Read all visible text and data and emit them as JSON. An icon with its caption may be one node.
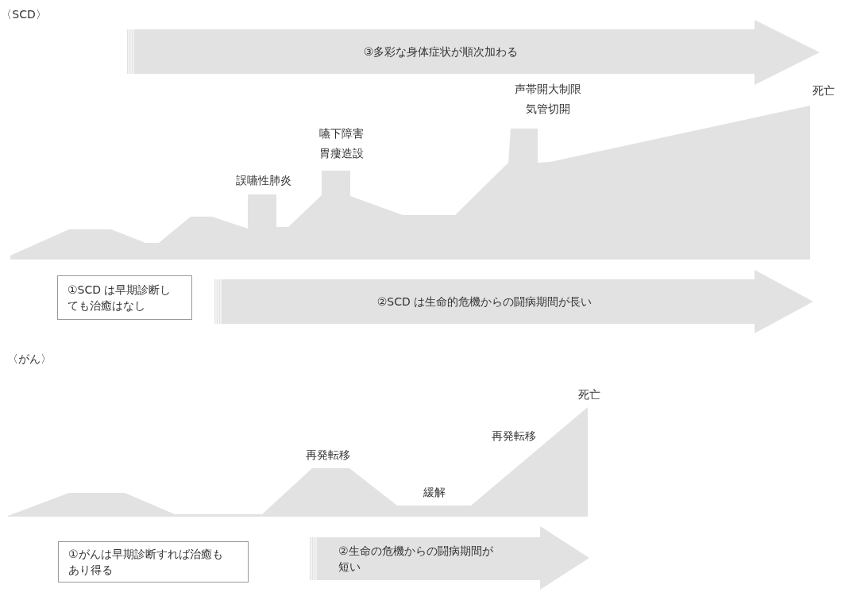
{
  "diagram": {
    "nodes": [
      {
        "text": [
          "③多彩な身体症状が順次加わる"
        ]
      },
      {
        "text": [
          "①SCD は早期診断しても治癒はなし"
        ]
      },
      {
        "text": [
          "②SCD は生命的危機からの闘病期間が長い"
        ]
      },
      {
        "text": [
          "①がんは早期診断すれば治癒もあり得る"
        ]
      },
      {
        "text": [
          "②生命の危機からの闘病期間が短い"
        ]
      }
    ],
    "labels": [
      "〈SCD〉",
      "誤嚥性肺炎",
      "嚥下障害",
      "胃瘻造設",
      "声帯開大制限",
      "気管切開",
      "死亡",
      "〈がん〉",
      "再発転移",
      "緩解",
      "再発転移",
      "死亡"
    ]
  }
}
